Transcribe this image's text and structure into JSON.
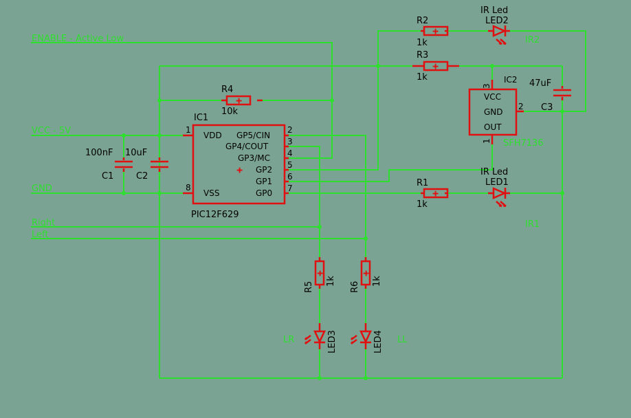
{
  "nets": {
    "enable": "ENABLE - Active Low",
    "vcc": "VCC - 5V",
    "gnd": "GND",
    "right": "Right",
    "left": "Left",
    "ir1": "IR1",
    "ir2": "IR2",
    "lr": "LR",
    "ll": "LL"
  },
  "ic1": {
    "name": "IC1",
    "part": "PIC12F629",
    "pins": {
      "vdd": "VDD",
      "vss": "VSS",
      "gp5": "GP5/CIN",
      "gp4": "GP4/COUT",
      "gp3": "GP3/MC",
      "gp2": "GP2",
      "gp1": "GP1",
      "gp0": "GP0",
      "n1": "1",
      "n8": "8",
      "n2": "2",
      "n3": "3",
      "n4": "4",
      "n5": "5",
      "n6": "6",
      "n7": "7"
    }
  },
  "ic2": {
    "name": "IC2",
    "part": "SFH7136",
    "pins": {
      "vcc": "VCC",
      "gnd": "GND",
      "out": "OUT",
      "n3": "3",
      "n2": "2",
      "n1": "1"
    }
  },
  "resistors": {
    "r1": {
      "name": "R1",
      "value": "1k"
    },
    "r2": {
      "name": "R2",
      "value": "1k"
    },
    "r3": {
      "name": "R3",
      "value": "1k"
    },
    "r4": {
      "name": "R4",
      "value": "10k"
    },
    "r5": {
      "name": "R5",
      "value": "1k"
    },
    "r6": {
      "name": "R6",
      "value": "1k"
    }
  },
  "capacitors": {
    "c1": {
      "name": "C1",
      "value": "100nF"
    },
    "c2": {
      "name": "C2",
      "value": "10uF"
    },
    "c3": {
      "name": "C3",
      "value": "47uF"
    }
  },
  "leds": {
    "led1": {
      "name": "LED1",
      "value": "IR Led"
    },
    "led2": {
      "name": "LED2",
      "value": "IR Led"
    },
    "led3": {
      "name": "LED3"
    },
    "led4": {
      "name": "LED4"
    }
  },
  "colors": {
    "background": "#7ba393",
    "wire": "#2ee02e",
    "part": "#e01010",
    "text": "#000000"
  }
}
